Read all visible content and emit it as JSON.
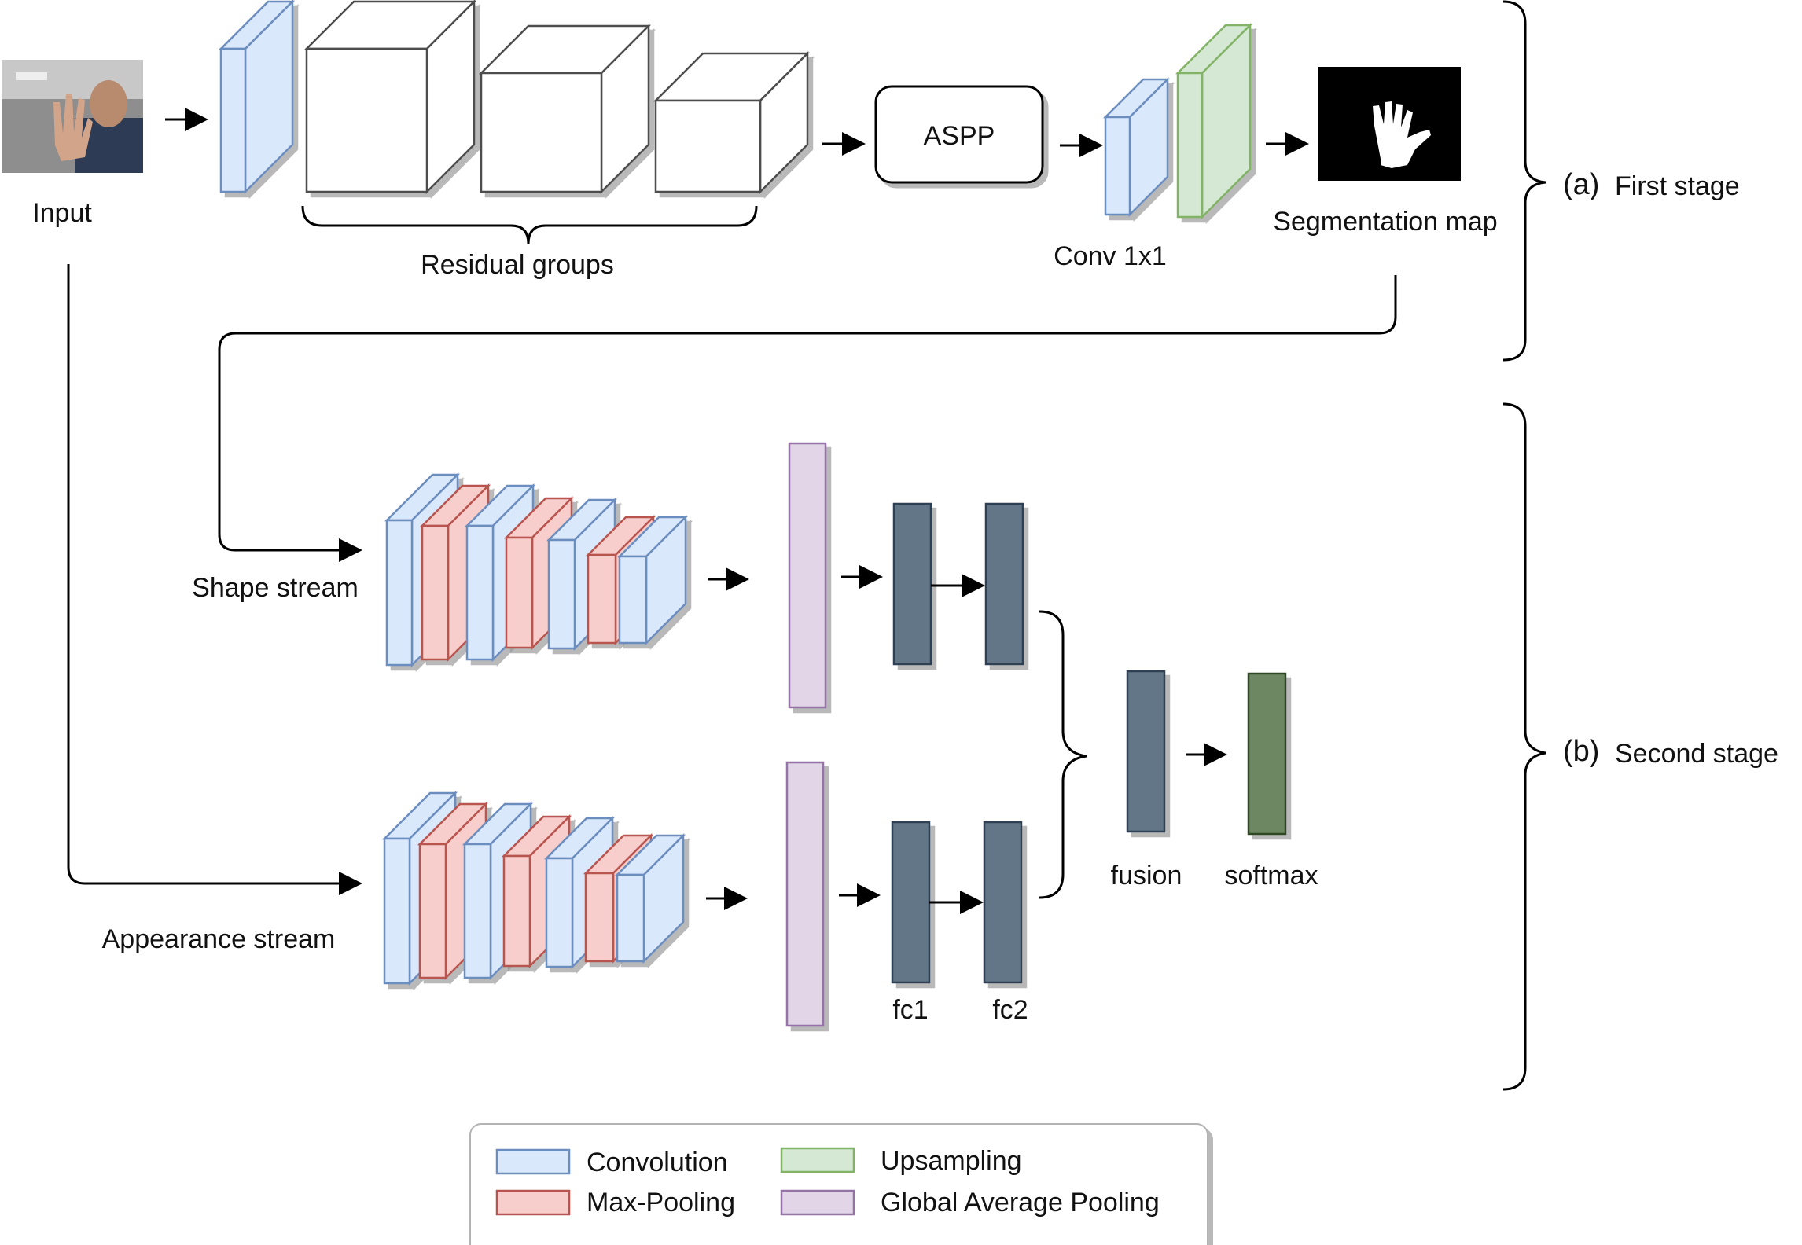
{
  "first_stage": {
    "input_label": "Input",
    "residual_label": "Residual groups",
    "aspp_label": "ASPP",
    "conv1x1_label": "Conv 1x1",
    "segmentation_label": "Segmentation map",
    "stage_tag": "(a)",
    "stage_name": "First stage"
  },
  "second_stage": {
    "shape_stream_label": "Shape stream",
    "appearance_stream_label": "Appearance stream",
    "fc1_label": "fc1",
    "fc2_label": "fc2",
    "fusion_label": "fusion",
    "softmax_label": "softmax",
    "stage_tag": "(b)",
    "stage_name": "Second stage"
  },
  "legend": {
    "items": [
      {
        "label": "Convolution",
        "fill": "#dae8fc",
        "stroke": "#6c8ebf"
      },
      {
        "label": "Max-Pooling",
        "fill": "#f8cecc",
        "stroke": "#b85450"
      },
      {
        "label": "Upsampling",
        "fill": "#d5e8d4",
        "stroke": "#82b366"
      },
      {
        "label": "Global Average Pooling",
        "fill": "#e1d5e7",
        "stroke": "#9673a6"
      }
    ]
  },
  "colors": {
    "conv_fill": "#dae8fc",
    "conv_stroke": "#6c8ebf",
    "pool_fill": "#f8cecc",
    "pool_stroke": "#b85450",
    "up_fill": "#d5e8d4",
    "up_stroke": "#82b366",
    "gap_fill": "#e1d5e7",
    "gap_stroke": "#9673a6",
    "fc_fill": "#647687",
    "fc_stroke": "#2f3f52",
    "softmax_fill": "#6d8764",
    "softmax_stroke": "#2f4a24"
  }
}
